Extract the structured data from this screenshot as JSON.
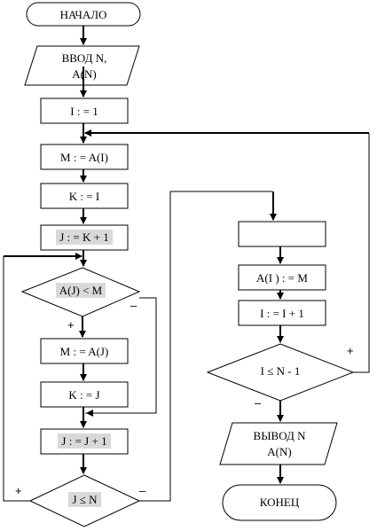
{
  "nodes": {
    "start": "НАЧАЛО",
    "input_line1": "ВВОД N,",
    "input_line2": "A(N)",
    "i_init": "I : = 1",
    "m_assign": "M : = A(I)",
    "k_assign": "K : = I",
    "j_init": "J : = K + 1",
    "cond_aj_lt_m": "A(J) < M",
    "m_assign_aj": "M : = A(J)",
    "k_assign_j": "K : = J",
    "j_increment": "J : = J + 1",
    "cond_j_le_n": "J ≤ N",
    "empty_box": "",
    "a_assign": "A(I ) : = M",
    "i_increment": "I : = I + 1",
    "cond_i_le_n1": "I ≤  N - 1",
    "output_line1": "ВЫВОД N",
    "output_line2": "A(N)",
    "end": "КОНЕЦ"
  },
  "signs": {
    "plus": "+",
    "minus": "–"
  }
}
